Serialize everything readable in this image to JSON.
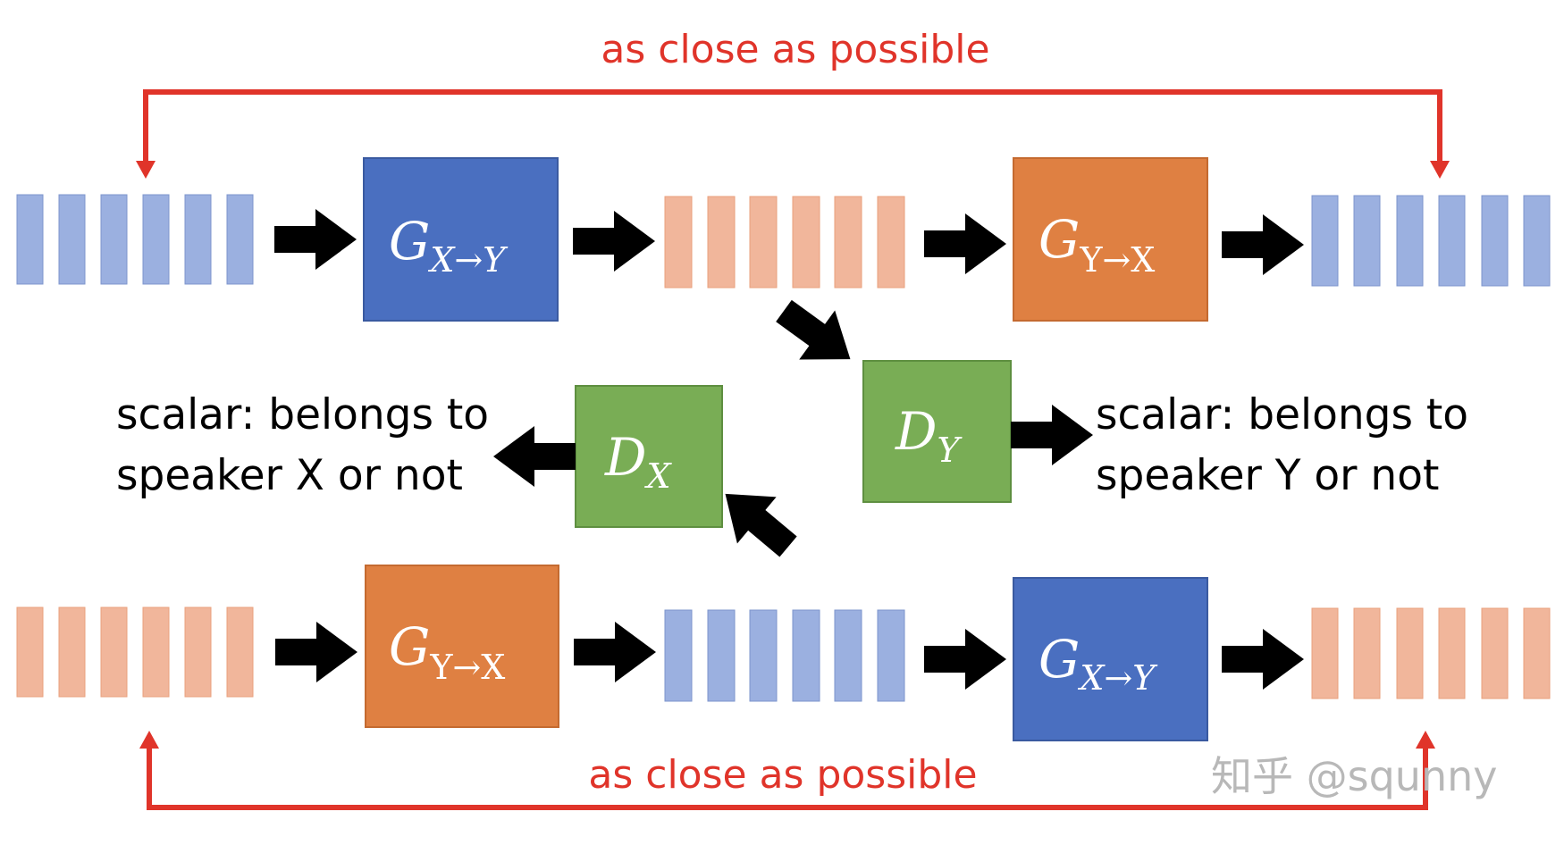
{
  "colors": {
    "blue_box": "#4a6fc0",
    "orange_box": "#df8042",
    "green_box": "#79ad55",
    "blue_bar": "#9bb0e0",
    "orange_bar": "#f1b69b",
    "red_line": "#e0342a",
    "arrow": "#000000"
  },
  "top_label": "as close as possible",
  "bottom_label": "as close as possible",
  "boxes": {
    "g1": {
      "main": "G",
      "sub": "X→Y"
    },
    "g2": {
      "main": "G",
      "sub": "Y→X"
    },
    "g3": {
      "main": "G",
      "sub": "Y→X"
    },
    "g4": {
      "main": "G",
      "sub": "X→Y"
    },
    "dx": {
      "main": "D",
      "sub": "X"
    },
    "dy": {
      "main": "D",
      "sub": "Y"
    }
  },
  "left_text": {
    "line1": "scalar: belongs to",
    "line2": "speaker X or not"
  },
  "right_text": {
    "line1": "scalar: belongs to",
    "line2": "speaker Y or not"
  },
  "watermark": "知乎 @squnny"
}
